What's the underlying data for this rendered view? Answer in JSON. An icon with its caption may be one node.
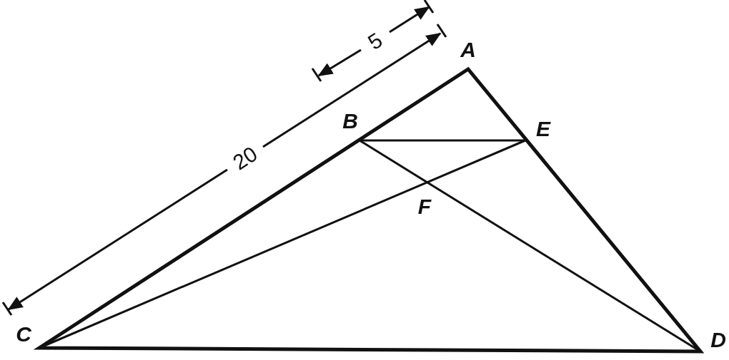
{
  "diagram": {
    "labels": [
      "5",
      "A",
      "B",
      "E",
      "20",
      "F",
      "C",
      "D"
    ]
  }
}
